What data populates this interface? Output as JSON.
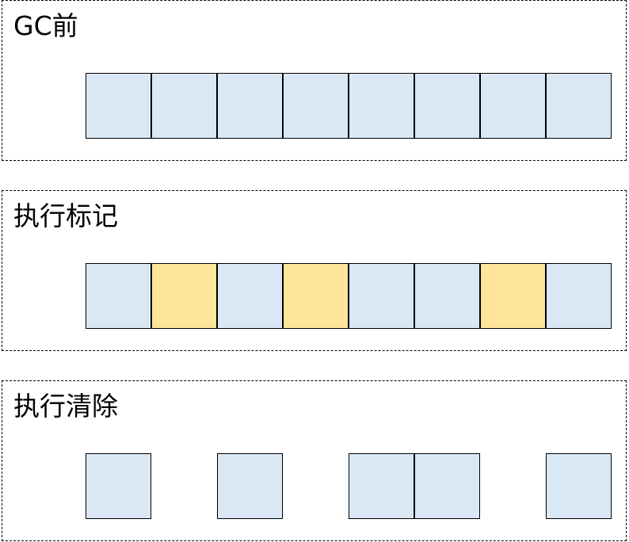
{
  "colors": {
    "free": "#dae8f5",
    "marked": "#ffe599",
    "border": "#000000"
  },
  "panels": [
    {
      "title": "GC前",
      "cells": [
        "free",
        "free",
        "free",
        "free",
        "free",
        "free",
        "free",
        "free"
      ]
    },
    {
      "title": "执行标记",
      "cells": [
        "free",
        "marked",
        "free",
        "marked",
        "free",
        "free",
        "marked",
        "free"
      ]
    },
    {
      "title": "执行清除",
      "cells": [
        "free",
        "empty",
        "free",
        "empty",
        "free",
        "free",
        "empty",
        "free"
      ]
    }
  ]
}
